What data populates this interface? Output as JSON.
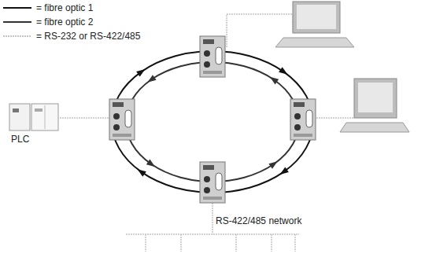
{
  "diagram": {
    "nodes": [
      {
        "text": [
          "PLC"
        ]
      }
    ],
    "labels": [
      "RS-422/485 network"
    ],
    "legend": [
      {
        "text": "= fibre optic 1"
      },
      {
        "text": "= fibre optic 2"
      },
      {
        "text": "= RS-232 or RS-422/485"
      }
    ]
  }
}
